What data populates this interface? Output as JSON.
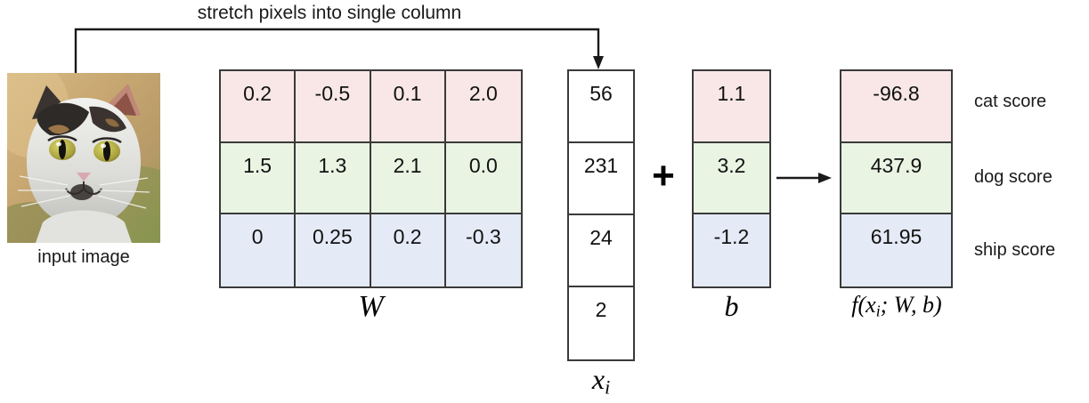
{
  "caption": "stretch pixels into single column",
  "input_image": {
    "label": "input image",
    "alt": "cat-photo"
  },
  "w_matrix": {
    "label": "W",
    "rows": [
      {
        "class": "cat",
        "color": "#f9e7e7",
        "values": [
          "0.2",
          "-0.5",
          "0.1",
          "2.0"
        ]
      },
      {
        "class": "dog",
        "color": "#e9f4e3",
        "values": [
          "1.5",
          "1.3",
          "2.1",
          "0.0"
        ]
      },
      {
        "class": "ship",
        "color": "#e4eaf6",
        "values": [
          "0",
          "0.25",
          "0.2",
          "-0.3"
        ]
      }
    ]
  },
  "x_vector": {
    "label_base": "x",
    "label_sub": "i",
    "values": [
      "56",
      "231",
      "24",
      "2"
    ]
  },
  "operators": {
    "plus": "+",
    "arrow": "arrow-right-icon"
  },
  "b_vector": {
    "label": "b",
    "values": [
      "1.1",
      "3.2",
      "-1.2"
    ]
  },
  "f_vector": {
    "label_parts": {
      "f": "f(",
      "x": "x",
      "sub": "i",
      "rest": "; W, b)"
    },
    "values": [
      "-96.8",
      "437.9",
      "61.95"
    ]
  },
  "score_labels": [
    "cat score",
    "dog score",
    "ship score"
  ],
  "colors": {
    "cat_row": "#f9e7e7",
    "dog_row": "#e9f4e3",
    "ship_row": "#e4eaf6",
    "border": "#3a3a3a",
    "text": "#111111",
    "background": "#ffffff"
  }
}
